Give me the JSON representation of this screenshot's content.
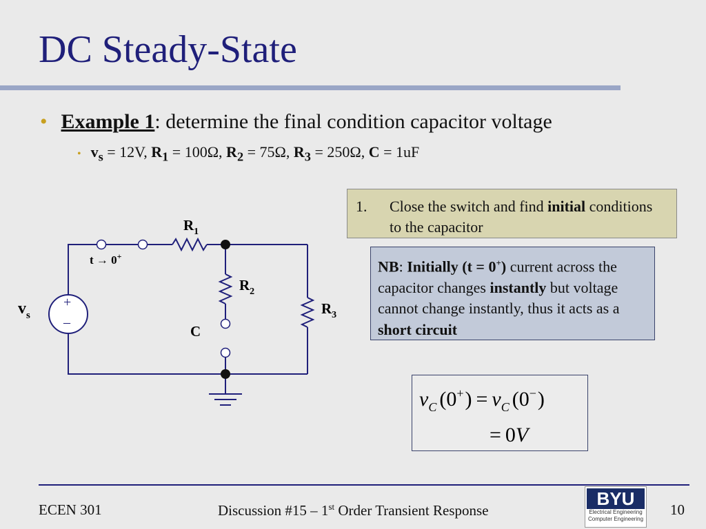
{
  "slide": {
    "title": "DC Steady-State",
    "bullet1": {
      "label": "Example 1",
      "text": ": determine the final condition capacitor voltage"
    },
    "bullet2": {
      "vs_label": "v",
      "vs_sub": "s",
      "vs_value": " = 12V, ",
      "r1_label": "R",
      "r1_sub": "1",
      "r1_value": " = 100Ω, ",
      "r2_label": "R",
      "r2_sub": "2",
      "r2_value": " = 75Ω, ",
      "r3_label": "R",
      "r3_sub": "3",
      "r3_value": " = 250Ω, ",
      "c_label": "C",
      "c_value": " = 1uF"
    }
  },
  "circuit": {
    "r1": "R",
    "r1_sub": "1",
    "r2": "R",
    "r2_sub": "2",
    "r3": "R",
    "r3_sub": "3",
    "c": "C",
    "switch_label": "t → 0",
    "switch_sup": "+",
    "vs": "v",
    "vs_sub": "s",
    "plus": "+",
    "minus": "–"
  },
  "step_box": {
    "number": "1.",
    "text_a": "Close the switch and find ",
    "text_bold": "initial",
    "text_b": " conditions to the capacitor"
  },
  "nb_box": {
    "nb": "NB",
    "colon": ": ",
    "initially": "Initially",
    "t0a": " (t = 0",
    "t0sup": "+",
    "t0b": ")",
    "text_a": " current across the capacitor changes ",
    "instantly": "instantly",
    "text_b": " but voltage cannot change instantly, thus it acts as a ",
    "short": "short circuit"
  },
  "equation": {
    "line1_v1": "v",
    "line1_c1": "C",
    "line1_open": "(0",
    "line1_sup1": "+",
    "line1_close": ")",
    "line1_eq": "=",
    "line1_v2": "v",
    "line1_c2": "C",
    "line1_open2": "(0",
    "line1_sup2": "−",
    "line1_close2": ")",
    "line2_eq": "=",
    "line2_val": "0",
    "line2_unit": "V"
  },
  "footer": {
    "course": "ECEN 301",
    "center_a": "Discussion #15 – 1",
    "center_sup": "st",
    "center_b": " Order Transient Response",
    "page": "10",
    "logo_big": "BYU",
    "logo_line1": "Electrical Engineering",
    "logo_line2": "Computer Engineering"
  },
  "colors": {
    "title": "#1f1f7a",
    "bullet": "#c8a020",
    "step_box_bg": "#d8d5b0",
    "nb_box_bg": "#c2cad9",
    "background": "#eaeaea"
  }
}
